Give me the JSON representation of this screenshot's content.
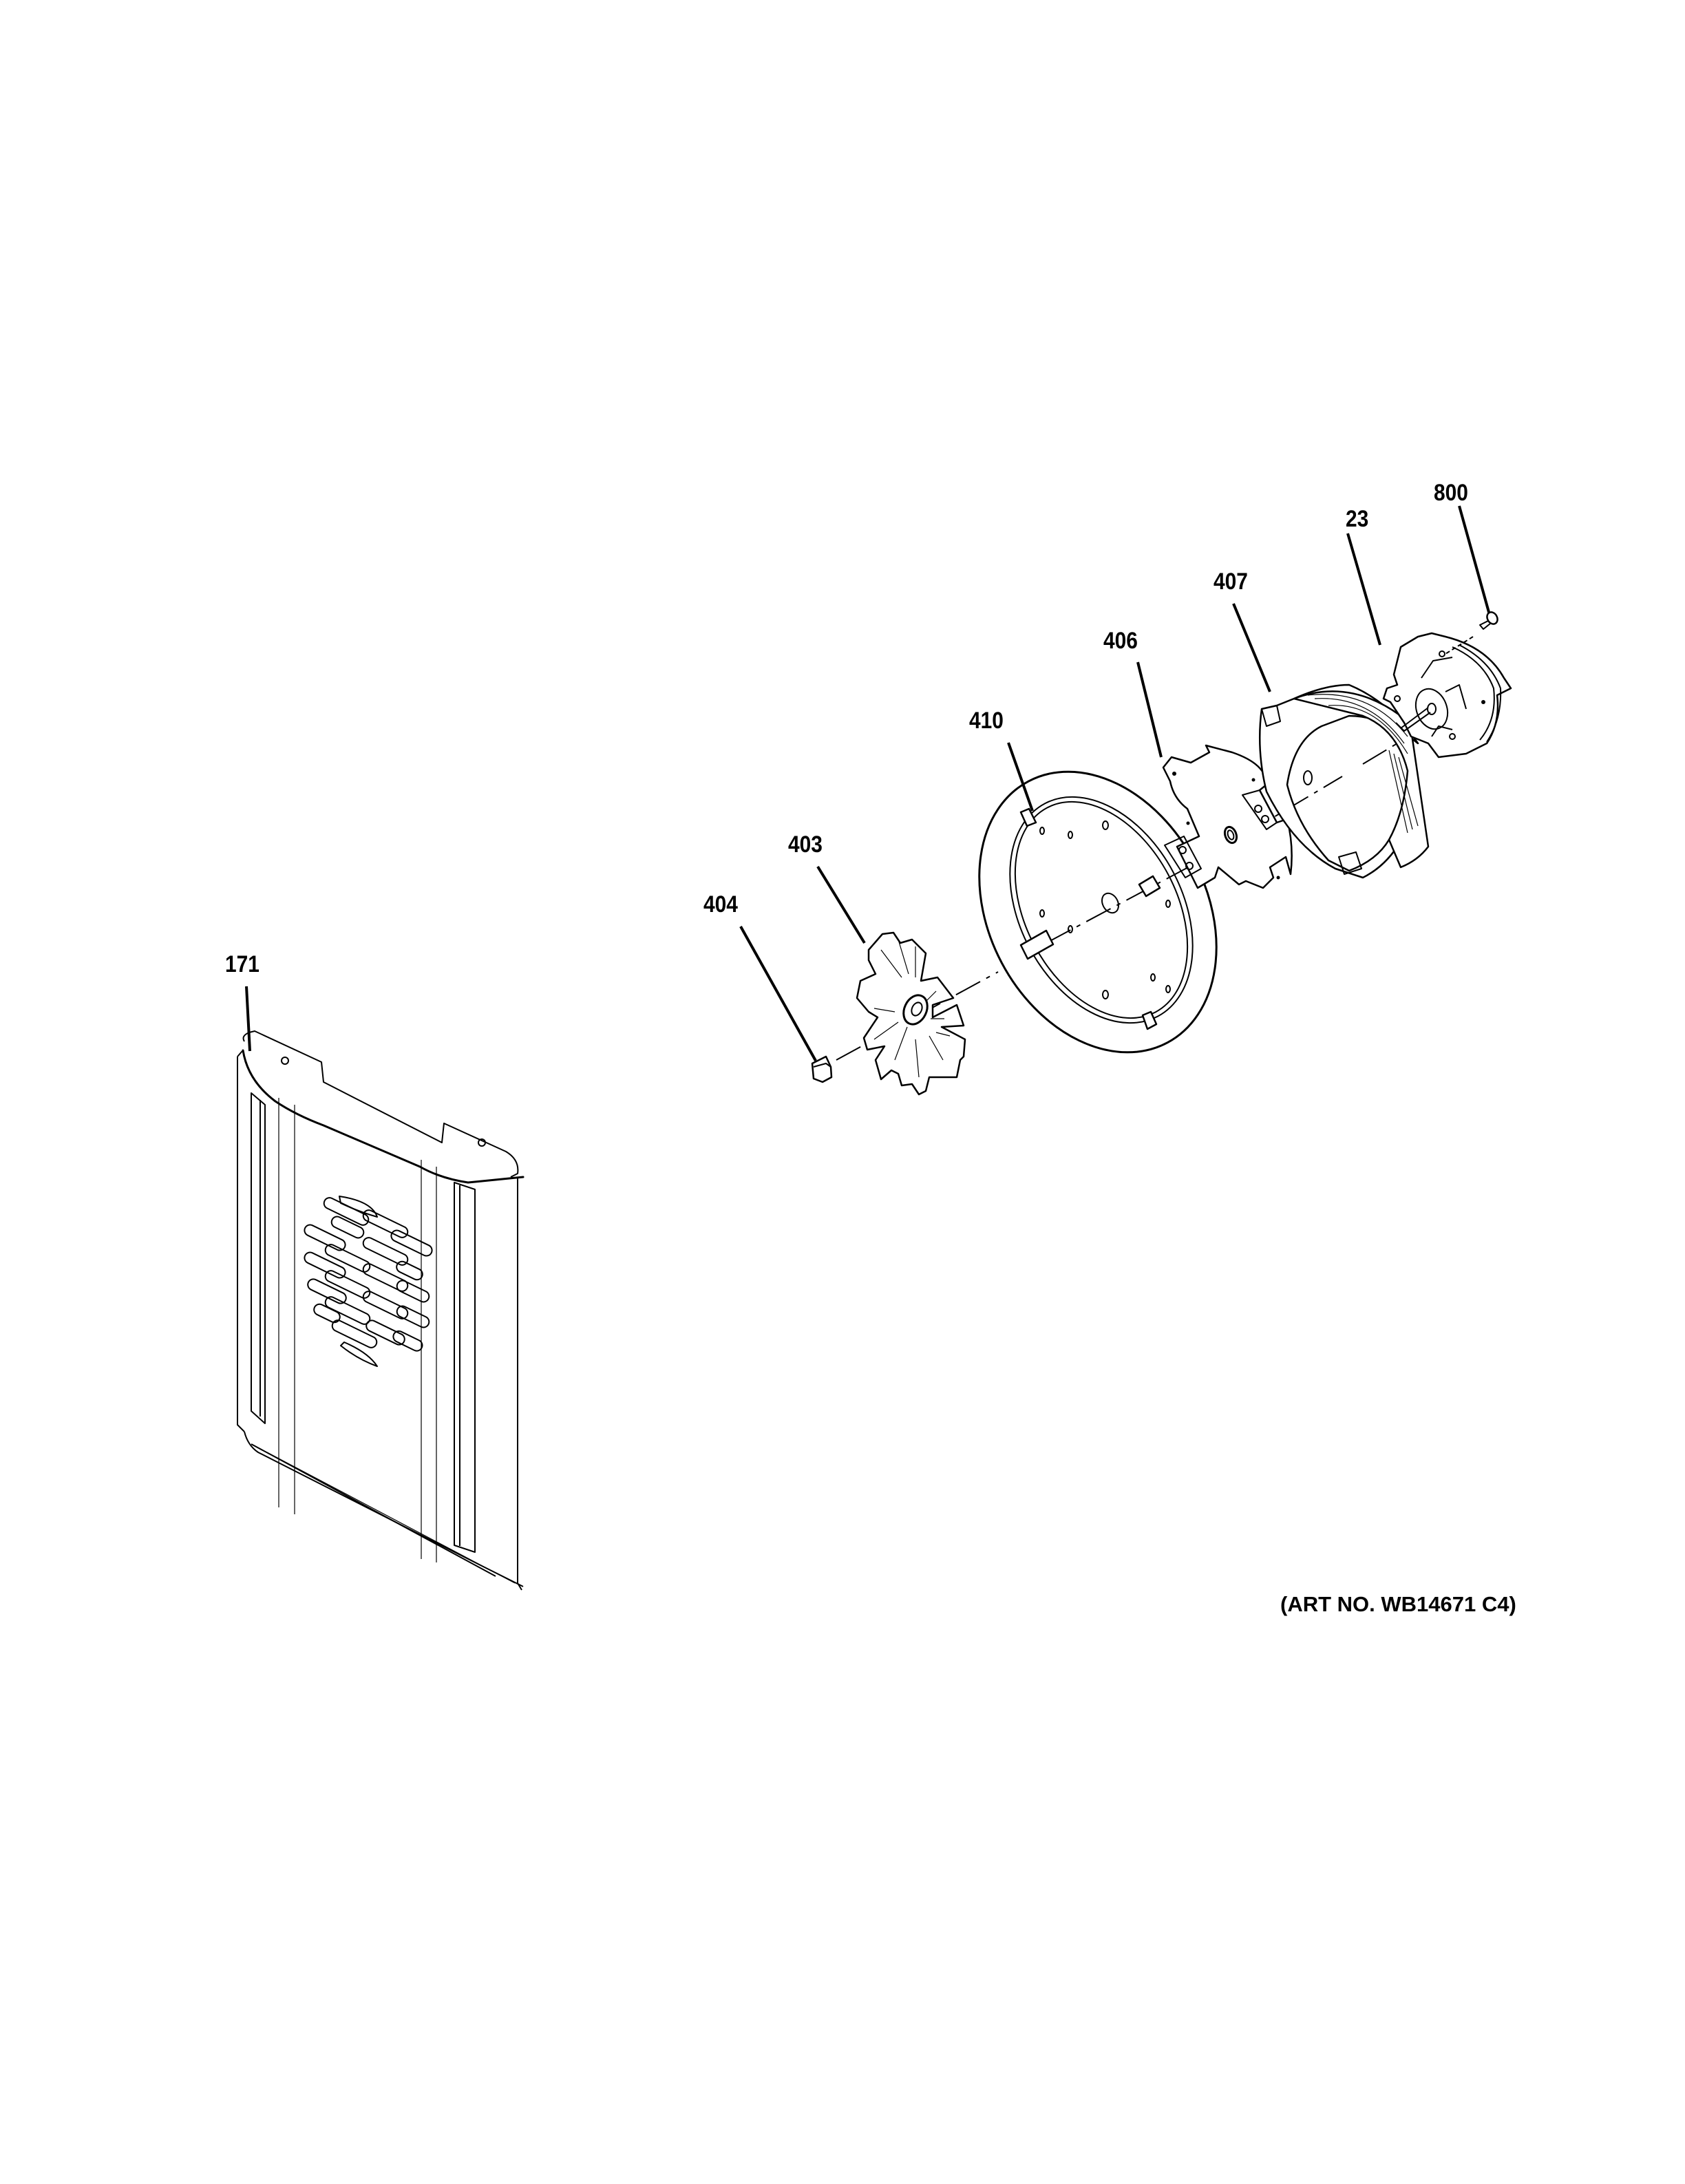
{
  "diagram": {
    "title": "",
    "art_number": "(ART NO. WB14671 C4)",
    "callouts": [
      {
        "id": "171",
        "label": "171",
        "part": "rear-panel-cover"
      },
      {
        "id": "404",
        "label": "404",
        "part": "nut"
      },
      {
        "id": "403",
        "label": "403",
        "part": "fan-blade"
      },
      {
        "id": "410",
        "label": "410",
        "part": "mounting-ring"
      },
      {
        "id": "406",
        "label": "406",
        "part": "motor-bracket"
      },
      {
        "id": "407",
        "label": "407",
        "part": "insulation"
      },
      {
        "id": "23",
        "label": "23",
        "part": "convection-fan-motor"
      },
      {
        "id": "800",
        "label": "800",
        "part": "screw"
      }
    ]
  },
  "colors": {
    "line": "#000000",
    "background": "#ffffff"
  }
}
